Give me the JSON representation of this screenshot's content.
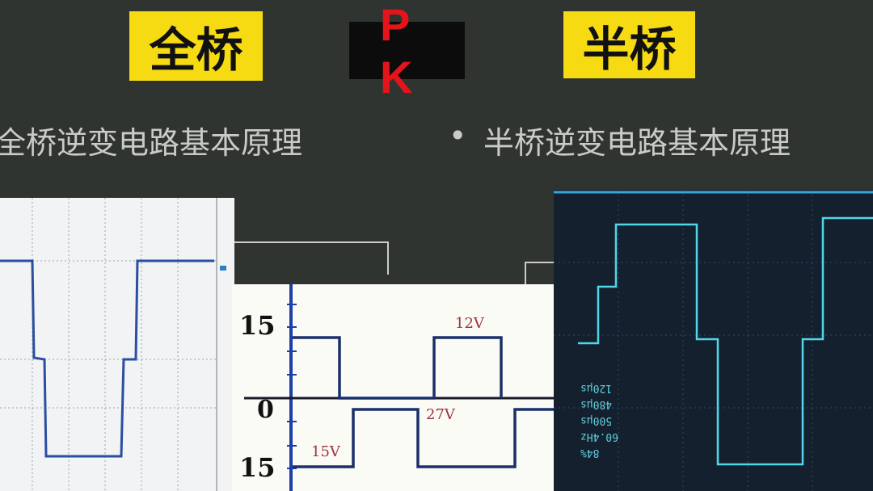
{
  "header": {
    "left_tag": "全桥",
    "middle_tag": "P K",
    "right_tag": "半桥"
  },
  "subtitles": {
    "left": "全桥逆变电路基本原理",
    "bullet": "•",
    "right": "半桥逆变电路基本原理"
  },
  "colors": {
    "background": "#2f3430",
    "tag_yellow": "#f6da12",
    "pk_red": "#e5141b",
    "wave_blue": "#1f3f9a",
    "scope_trace": "#4fd6e8",
    "label_red": "#a0303a"
  },
  "waveform_chart": {
    "y_ticks": [
      "15",
      "0",
      "15"
    ],
    "labels": {
      "top": "12V",
      "middle": "27V",
      "bottom": "15V"
    }
  },
  "scope_readout": {
    "values": [
      "120μs",
      "480μs",
      "500μs",
      "60.4Hz",
      "84%"
    ]
  }
}
